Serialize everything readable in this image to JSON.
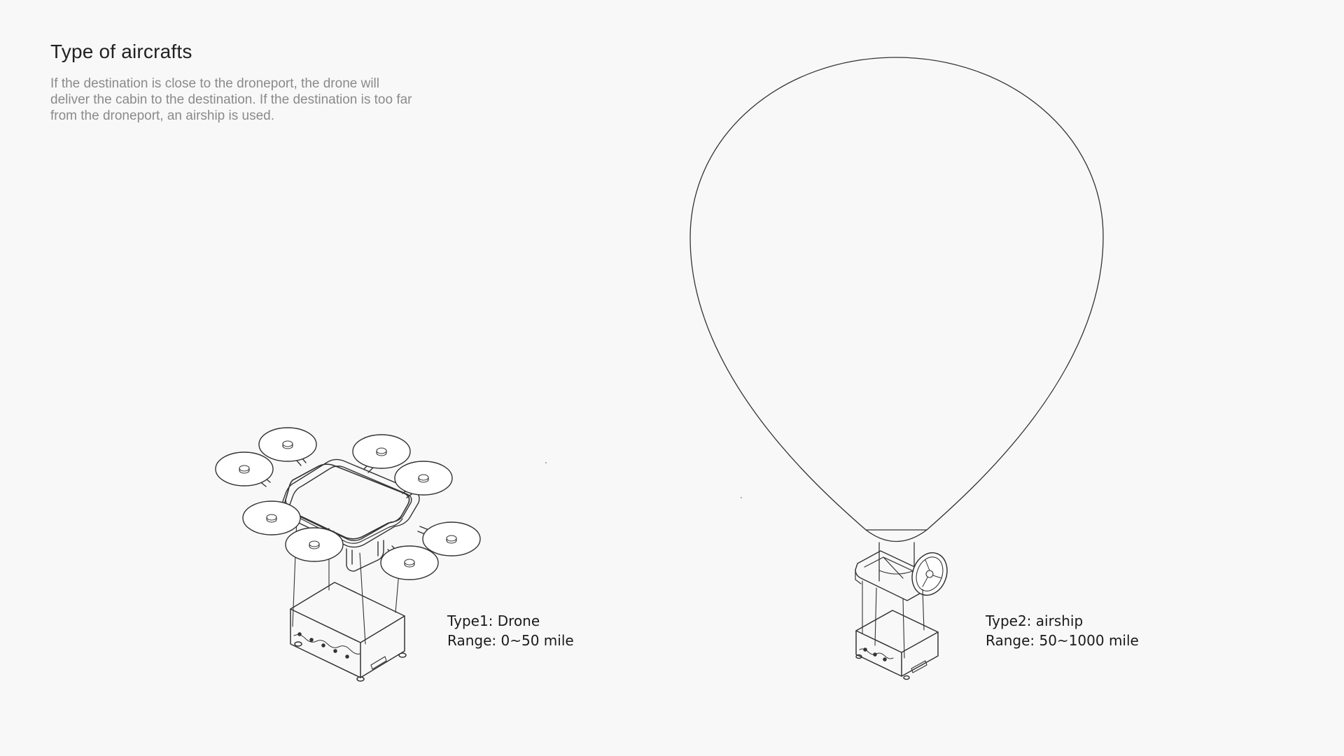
{
  "header": {
    "title": "Type of aircrafts",
    "description": "If the destination is close to the droneport, the drone will deliver the cabin to the destination. If the destination is too far from the droneport, an airship is used."
  },
  "aircrafts": [
    {
      "type_label": "Type1: Drone",
      "range_label": "Range: 0~50 mile"
    },
    {
      "type_label": "Type2: airship",
      "range_label": "Range: 50~1000 mile"
    }
  ],
  "colors": {
    "background": "#f8f8f8",
    "line": "#333333",
    "title": "#222222",
    "description": "#8a8a8a"
  }
}
